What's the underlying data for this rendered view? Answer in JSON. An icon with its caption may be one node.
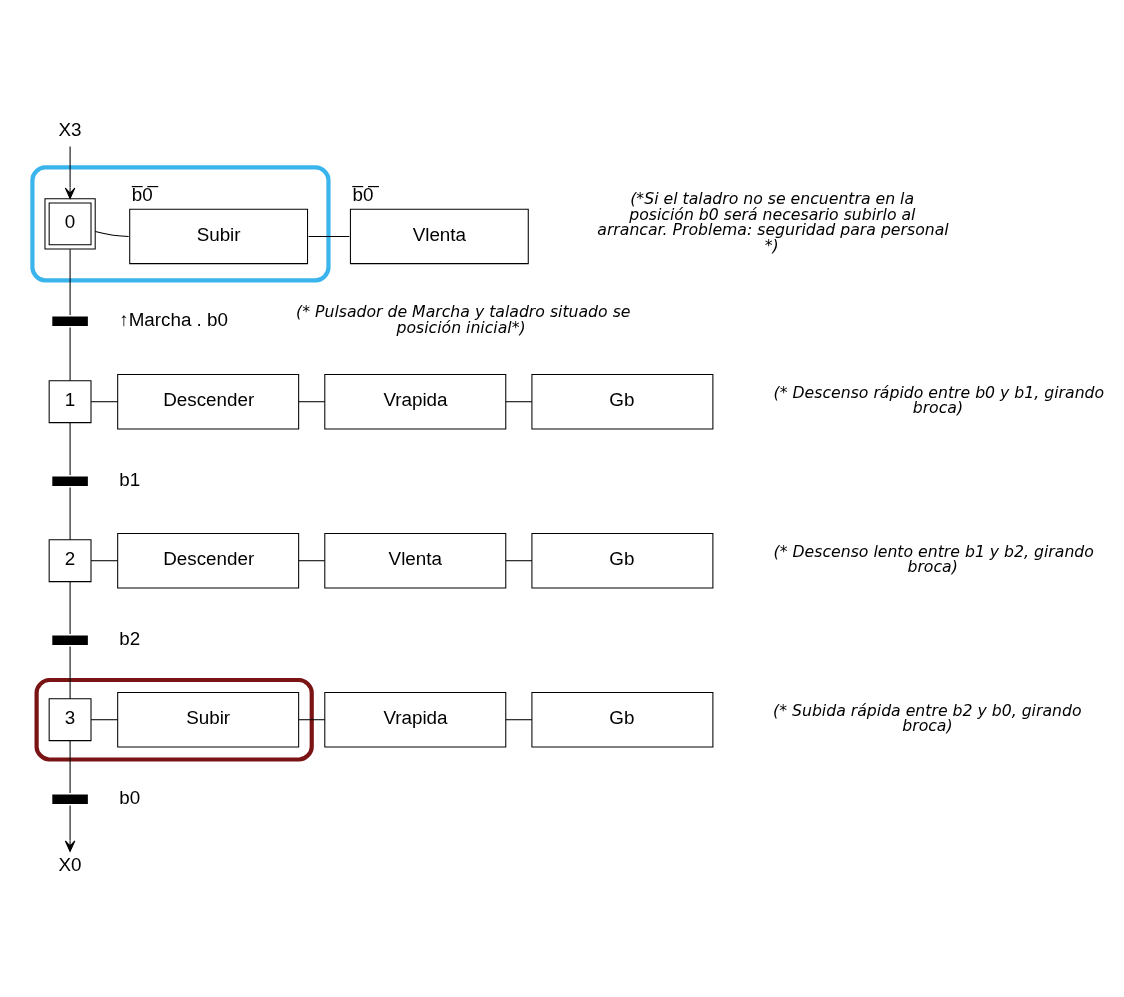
{
  "diagram": {
    "nodes": [
      {
        "text": [
          "X3"
        ]
      },
      {
        "text": [],
        "shape": "box"
      },
      {
        "text": [
          "0"
        ],
        "in": 1
      },
      {
        "text": [
          "Subir"
        ],
        "in": 1,
        "beside": [
          "b̅0̅"
        ]
      },
      {
        "text": [
          "Vlenta"
        ],
        "beside": [
          "b̅0̅"
        ]
      },
      {
        "text": [],
        "shape": "bar",
        "beside": [
          "↑Marcha . b0"
        ]
      },
      {
        "text": [
          "1"
        ]
      },
      {
        "text": [
          "Descender"
        ]
      },
      {
        "text": [
          "Vrapida"
        ]
      },
      {
        "text": [
          "Gb"
        ]
      },
      {
        "text": [],
        "shape": "bar",
        "beside": [
          "b1"
        ]
      },
      {
        "text": [
          "2"
        ]
      },
      {
        "text": [
          "Descender"
        ]
      },
      {
        "text": [
          "Vlenta"
        ]
      },
      {
        "text": [
          "Gb"
        ]
      },
      {
        "text": [],
        "shape": "bar",
        "beside": [
          "b2"
        ]
      },
      {
        "text": [],
        "shape": "box"
      },
      {
        "text": [
          "3"
        ],
        "in": 16
      },
      {
        "text": [
          "Subir"
        ],
        "in": 16
      },
      {
        "text": [
          "Vrapida"
        ]
      },
      {
        "text": [
          "Gb"
        ]
      },
      {
        "text": [],
        "shape": "bar",
        "beside": [
          "b0"
        ]
      },
      {
        "text": [
          "X0"
        ]
      }
    ],
    "edges": [
      {
        "from": 0,
        "to": 2,
        "arrow": "to"
      },
      {
        "from": 2,
        "to": 3,
        "arrow": "none"
      },
      {
        "from": 3,
        "to": 4,
        "arrow": "none"
      },
      {
        "from": 2,
        "to": 5,
        "arrow": "none"
      },
      {
        "from": 5,
        "to": 6,
        "arrow": "none"
      },
      {
        "from": 6,
        "to": 7,
        "arrow": "none"
      },
      {
        "from": 7,
        "to": 8,
        "arrow": "none"
      },
      {
        "from": 8,
        "to": 9,
        "arrow": "none"
      },
      {
        "from": 6,
        "to": 10,
        "arrow": "none"
      },
      {
        "from": 10,
        "to": 11,
        "arrow": "none"
      },
      {
        "from": 11,
        "to": 12,
        "arrow": "none"
      },
      {
        "from": 12,
        "to": 13,
        "arrow": "none"
      },
      {
        "from": 13,
        "to": 14,
        "arrow": "none"
      },
      {
        "from": 11,
        "to": 15,
        "arrow": "none"
      },
      {
        "from": 15,
        "to": 17,
        "arrow": "none"
      },
      {
        "from": 17,
        "to": 18,
        "arrow": "none"
      },
      {
        "from": 18,
        "to": 19,
        "arrow": "none"
      },
      {
        "from": 19,
        "to": 20,
        "arrow": "none"
      },
      {
        "from": 17,
        "to": 21,
        "arrow": "none"
      },
      {
        "from": 21,
        "to": 22,
        "arrow": "to"
      }
    ],
    "labels": [
      "(*Si el taladro no se encuentra en la posición b0 será necesario subirlo al arrancar. Problema: seguridad para personal *)",
      "(* Pulsador de Marcha y taladro situado se posición inicial*)",
      "(* Descenso rápido entre b0 y b1, girando broca)",
      "(* Descenso lento entre b1 y b2, girando broca)",
      "(* Subida rápida entre b2 y b0, girando broca)"
    ]
  }
}
